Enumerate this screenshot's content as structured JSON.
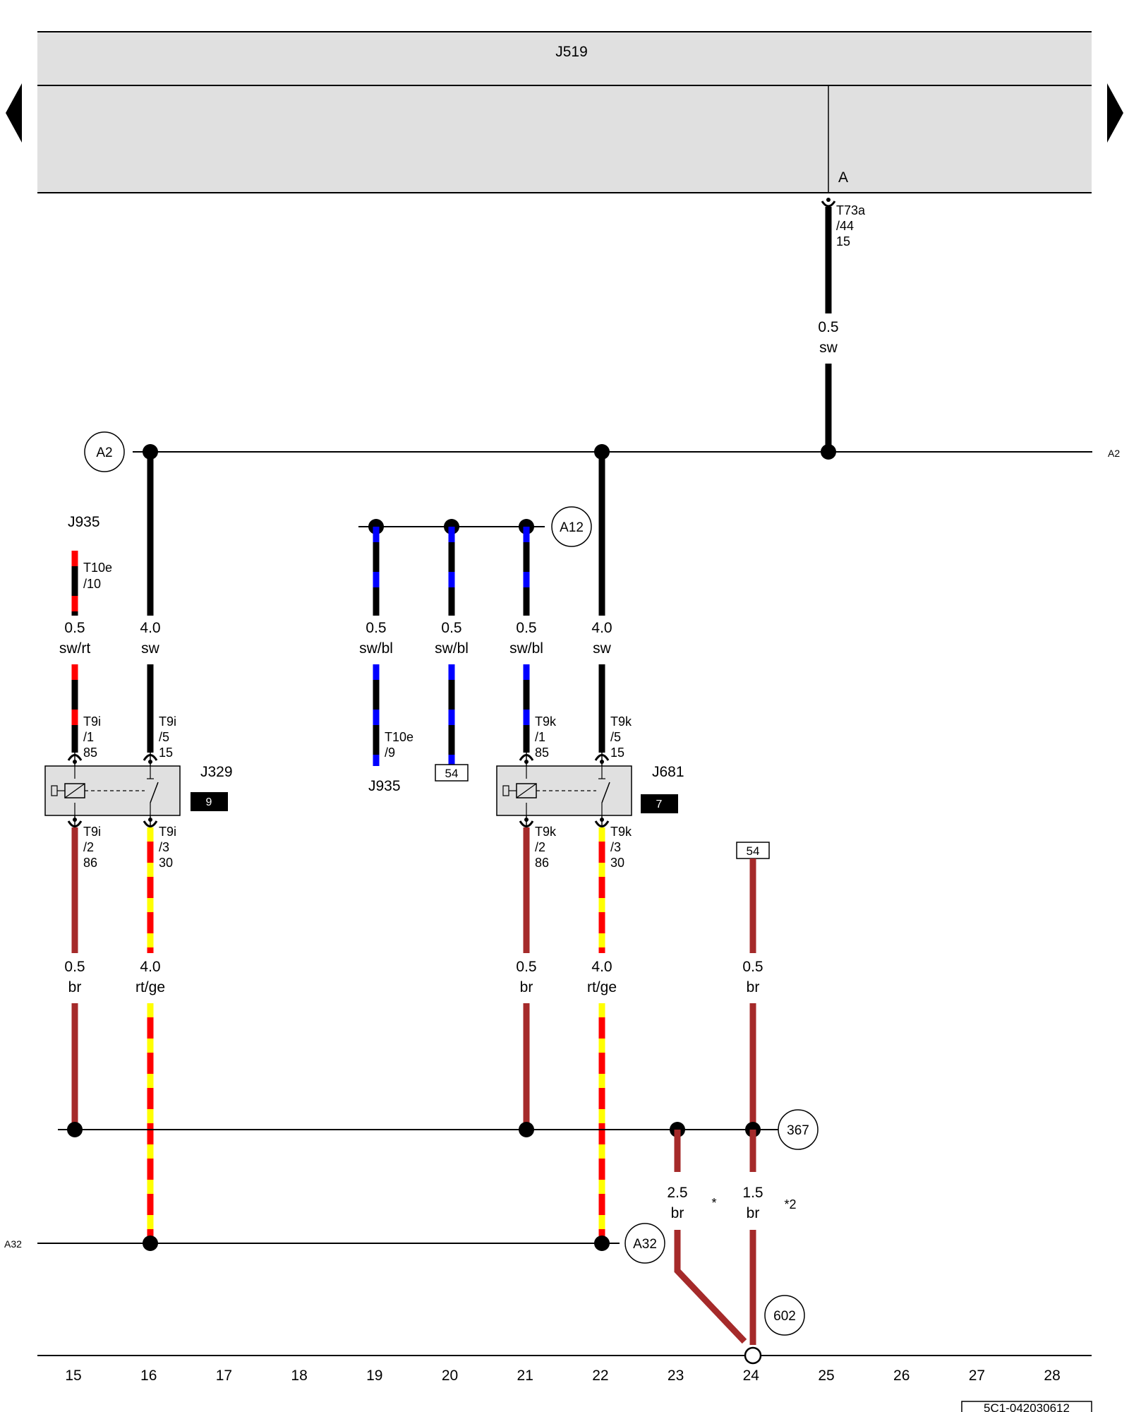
{
  "header_component": "J519",
  "pin_A": "A",
  "t73a": [
    "T73a",
    "/44",
    "15"
  ],
  "w_a2_up": [
    "0.5",
    "sw"
  ],
  "bus_a2": "A2",
  "bus_a2_right": "A2",
  "bus_a12": "A12",
  "bus_a32": "A32",
  "bus_a32_left": "A32",
  "node_367": "367",
  "node_602": "602",
  "j935_top": "J935",
  "t10e_10": [
    "T10e",
    "/10"
  ],
  "j935_bottom": "J935",
  "t10e_9": [
    "T10e",
    "/9"
  ],
  "box_54_a": "54",
  "box_54_b": "54",
  "relay1": {
    "name": "J329",
    "badge": "9",
    "pin_tl": [
      "T9i",
      "/1",
      "85"
    ],
    "pin_tr": [
      "T9i",
      "/5",
      "15"
    ],
    "pin_bl": [
      "T9i",
      "/2",
      "86"
    ],
    "pin_br": [
      "T9i",
      "/3",
      "30"
    ]
  },
  "relay2": {
    "name": "J681",
    "badge": "7",
    "pin_tl": [
      "T9k",
      "/1",
      "85"
    ],
    "pin_tr": [
      "T9k",
      "/5",
      "15"
    ],
    "pin_bl": [
      "T9k",
      "/2",
      "86"
    ],
    "pin_br": [
      "T9k",
      "/3",
      "30"
    ]
  },
  "wire_labels": {
    "c15_top": [
      "0.5",
      "sw/rt"
    ],
    "c16_top": [
      "4.0",
      "sw"
    ],
    "c19": [
      "0.5",
      "sw/bl"
    ],
    "c20": [
      "0.5",
      "sw/bl"
    ],
    "c21_top": [
      "0.5",
      "sw/bl"
    ],
    "c22_top": [
      "4.0",
      "sw"
    ],
    "c15_bot": [
      "0.5",
      "br"
    ],
    "c16_bot": [
      "4.0",
      "rt/ge"
    ],
    "c21_bot": [
      "0.5",
      "br"
    ],
    "c22_bot": [
      "4.0",
      "rt/ge"
    ],
    "c24_bot": [
      "0.5",
      "br"
    ],
    "c23_low": [
      "2.5",
      "br"
    ],
    "c24_low": [
      "1.5",
      "br"
    ]
  },
  "footnote_23": "*",
  "footnote_24": "*2",
  "footer_id": "5C1-042030612",
  "columns": [
    "15",
    "16",
    "17",
    "18",
    "19",
    "20",
    "21",
    "22",
    "23",
    "24",
    "25",
    "26",
    "27",
    "28"
  ],
  "colors": {
    "sw": "#000000",
    "br": "#a52a2a",
    "rt": "#ff0000",
    "ge": "#ffff00",
    "bl": "#0000ff",
    "module_fill": "#e0e0e0"
  },
  "nav": {
    "prev_icon": "arrow-left-icon",
    "next_icon": "arrow-right-icon"
  }
}
